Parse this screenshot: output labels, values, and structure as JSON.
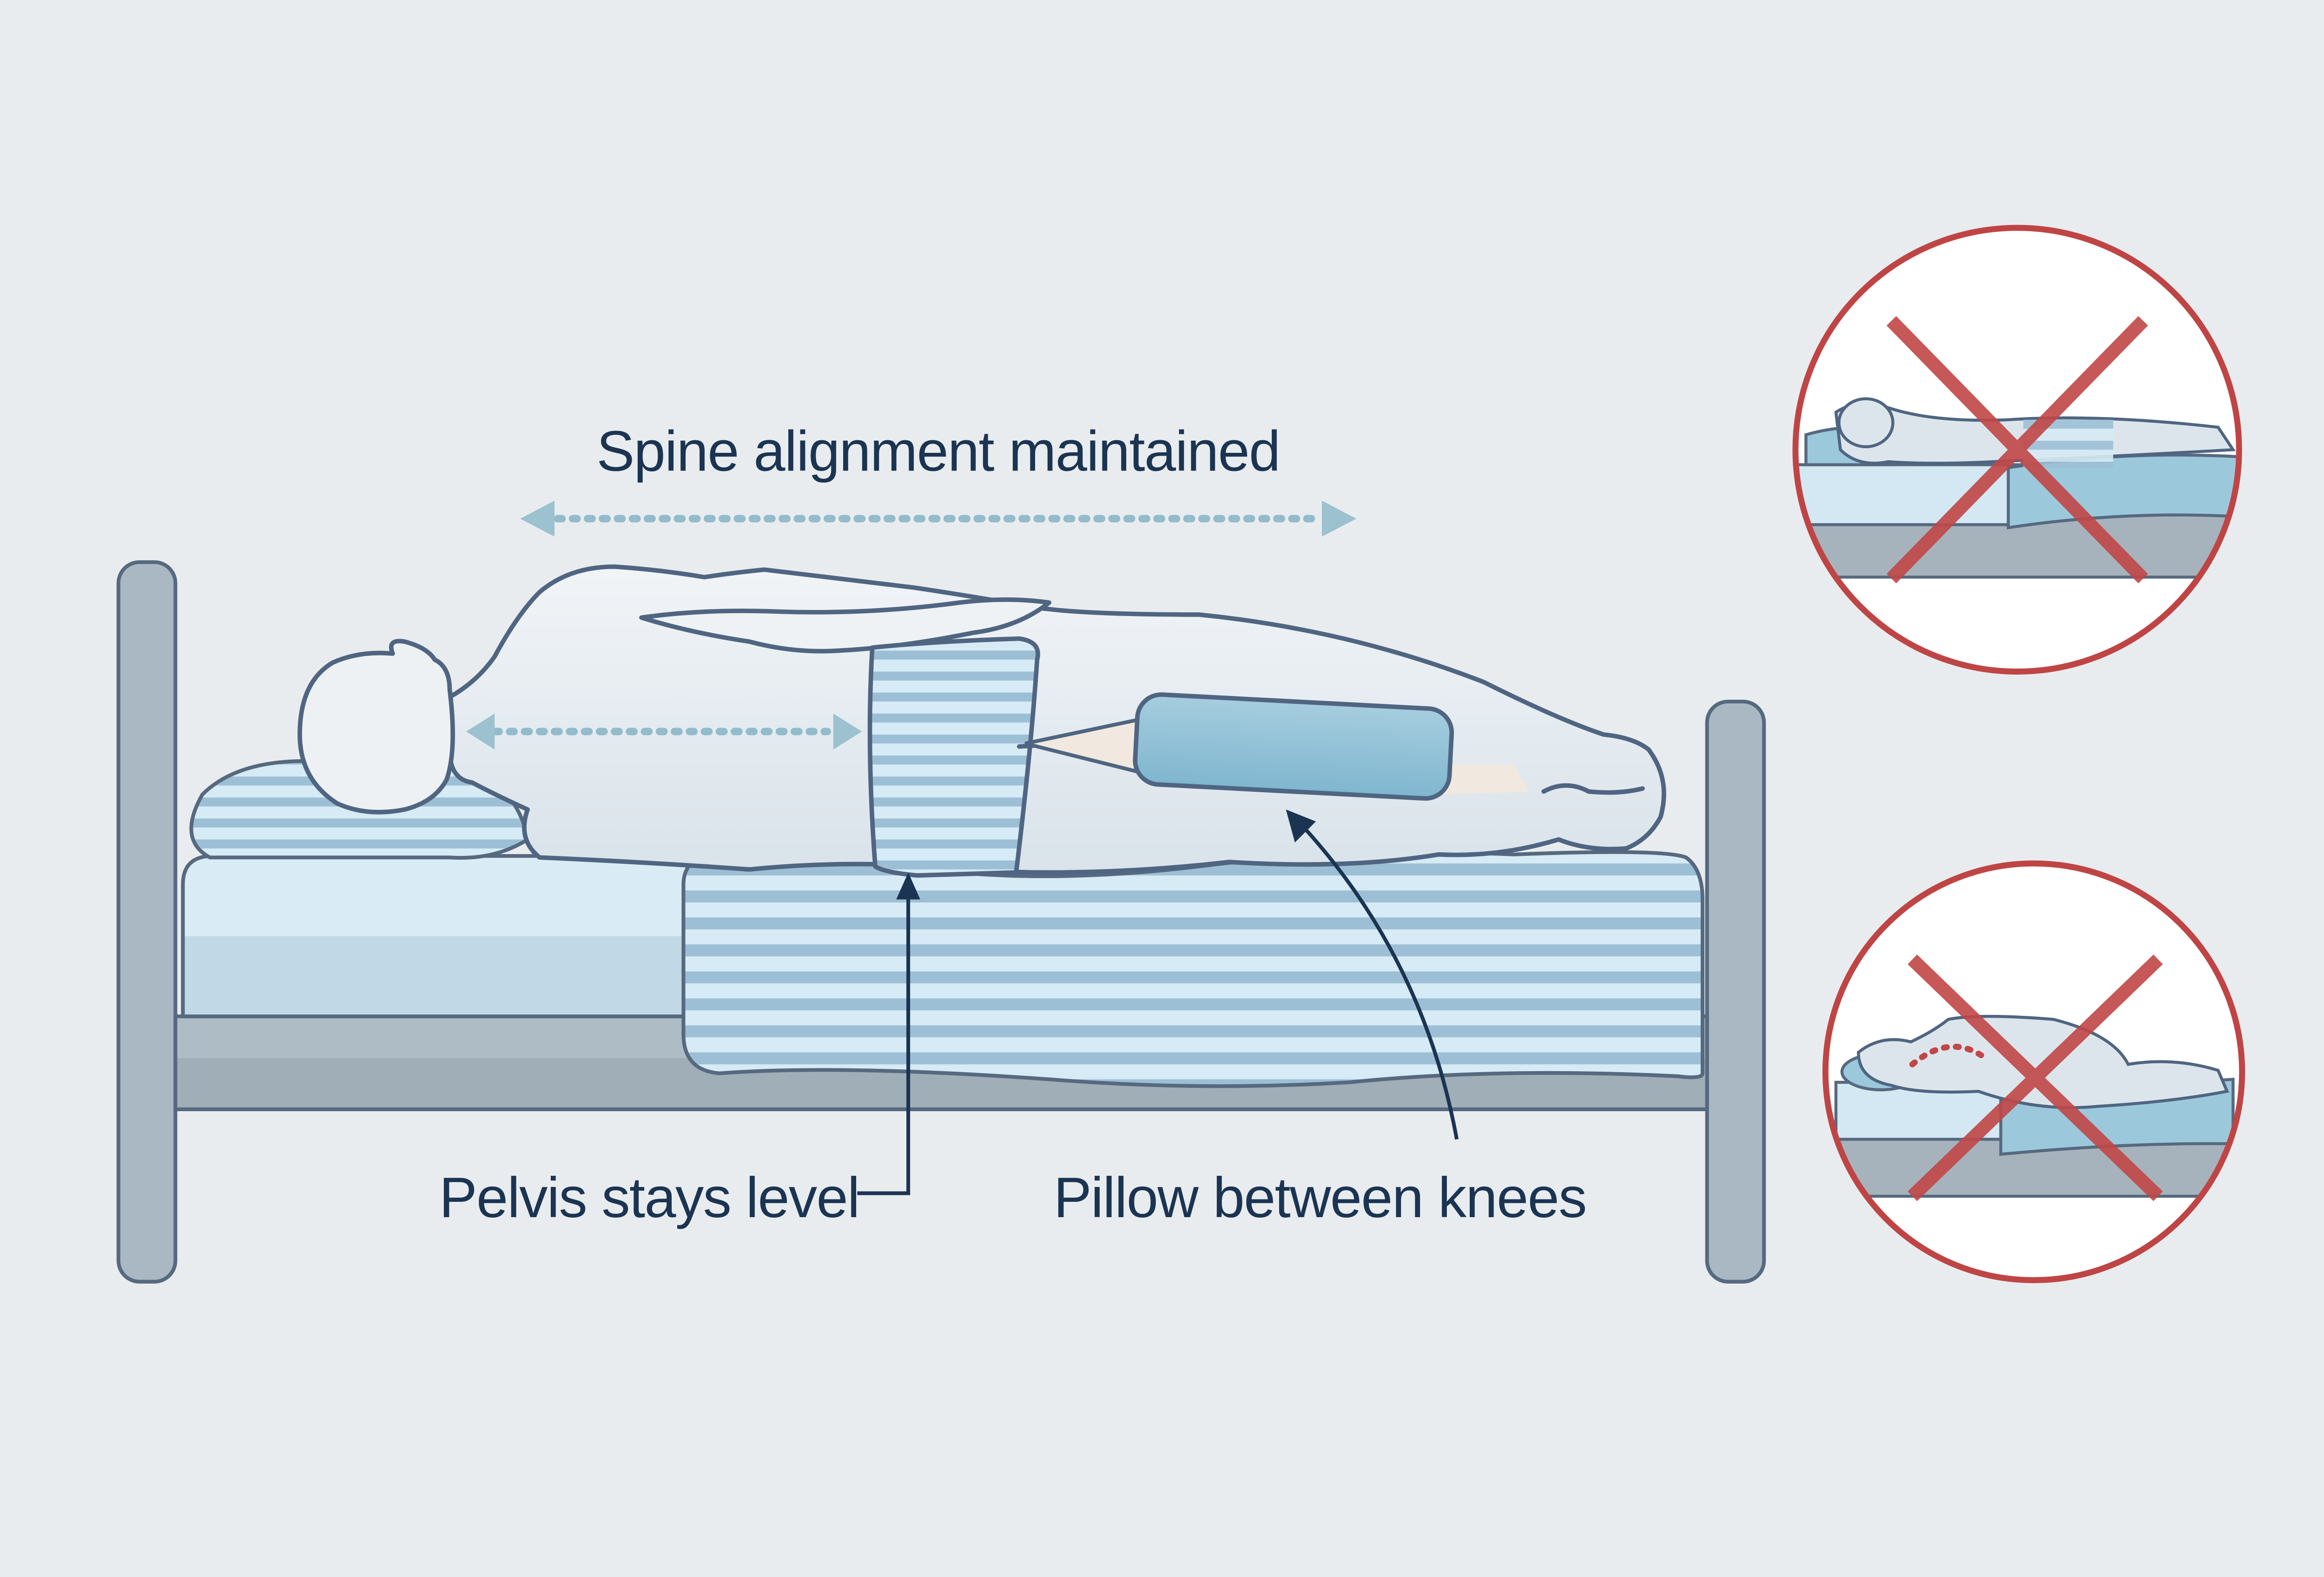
{
  "diagram": {
    "title": "Spine alignment maintained",
    "callouts": {
      "pelvis": "Pelvis stays level",
      "knee_pillow": "Pillow between knees"
    },
    "main_scene": {
      "description": "Person lying on side in bed with pillow under head and pillow between knees",
      "elements": [
        "bed-frame",
        "mattress",
        "head-pillow",
        "person",
        "knee-pillow",
        "spine-arrow",
        "alignment-arrow"
      ]
    },
    "incorrect_examples": [
      {
        "id": "stomach-sleeping",
        "description": "Person lying face down on mattress",
        "mark": "red-x"
      },
      {
        "id": "curved-spine",
        "description": "Person on side with curved spine (red dotted line)",
        "mark": "red-x"
      }
    ],
    "colors": {
      "background": "#e9ecef",
      "text": "#1b3452",
      "outline": "#4f6581",
      "accent_blue": "#8fc1d6",
      "stripe_dark": "#9cbfd6",
      "stripe_light": "#d6ebf5",
      "frame_gray": "#a9b8c3",
      "warning_red": "#bf4545",
      "arrow_dots": "#93bccb"
    }
  }
}
